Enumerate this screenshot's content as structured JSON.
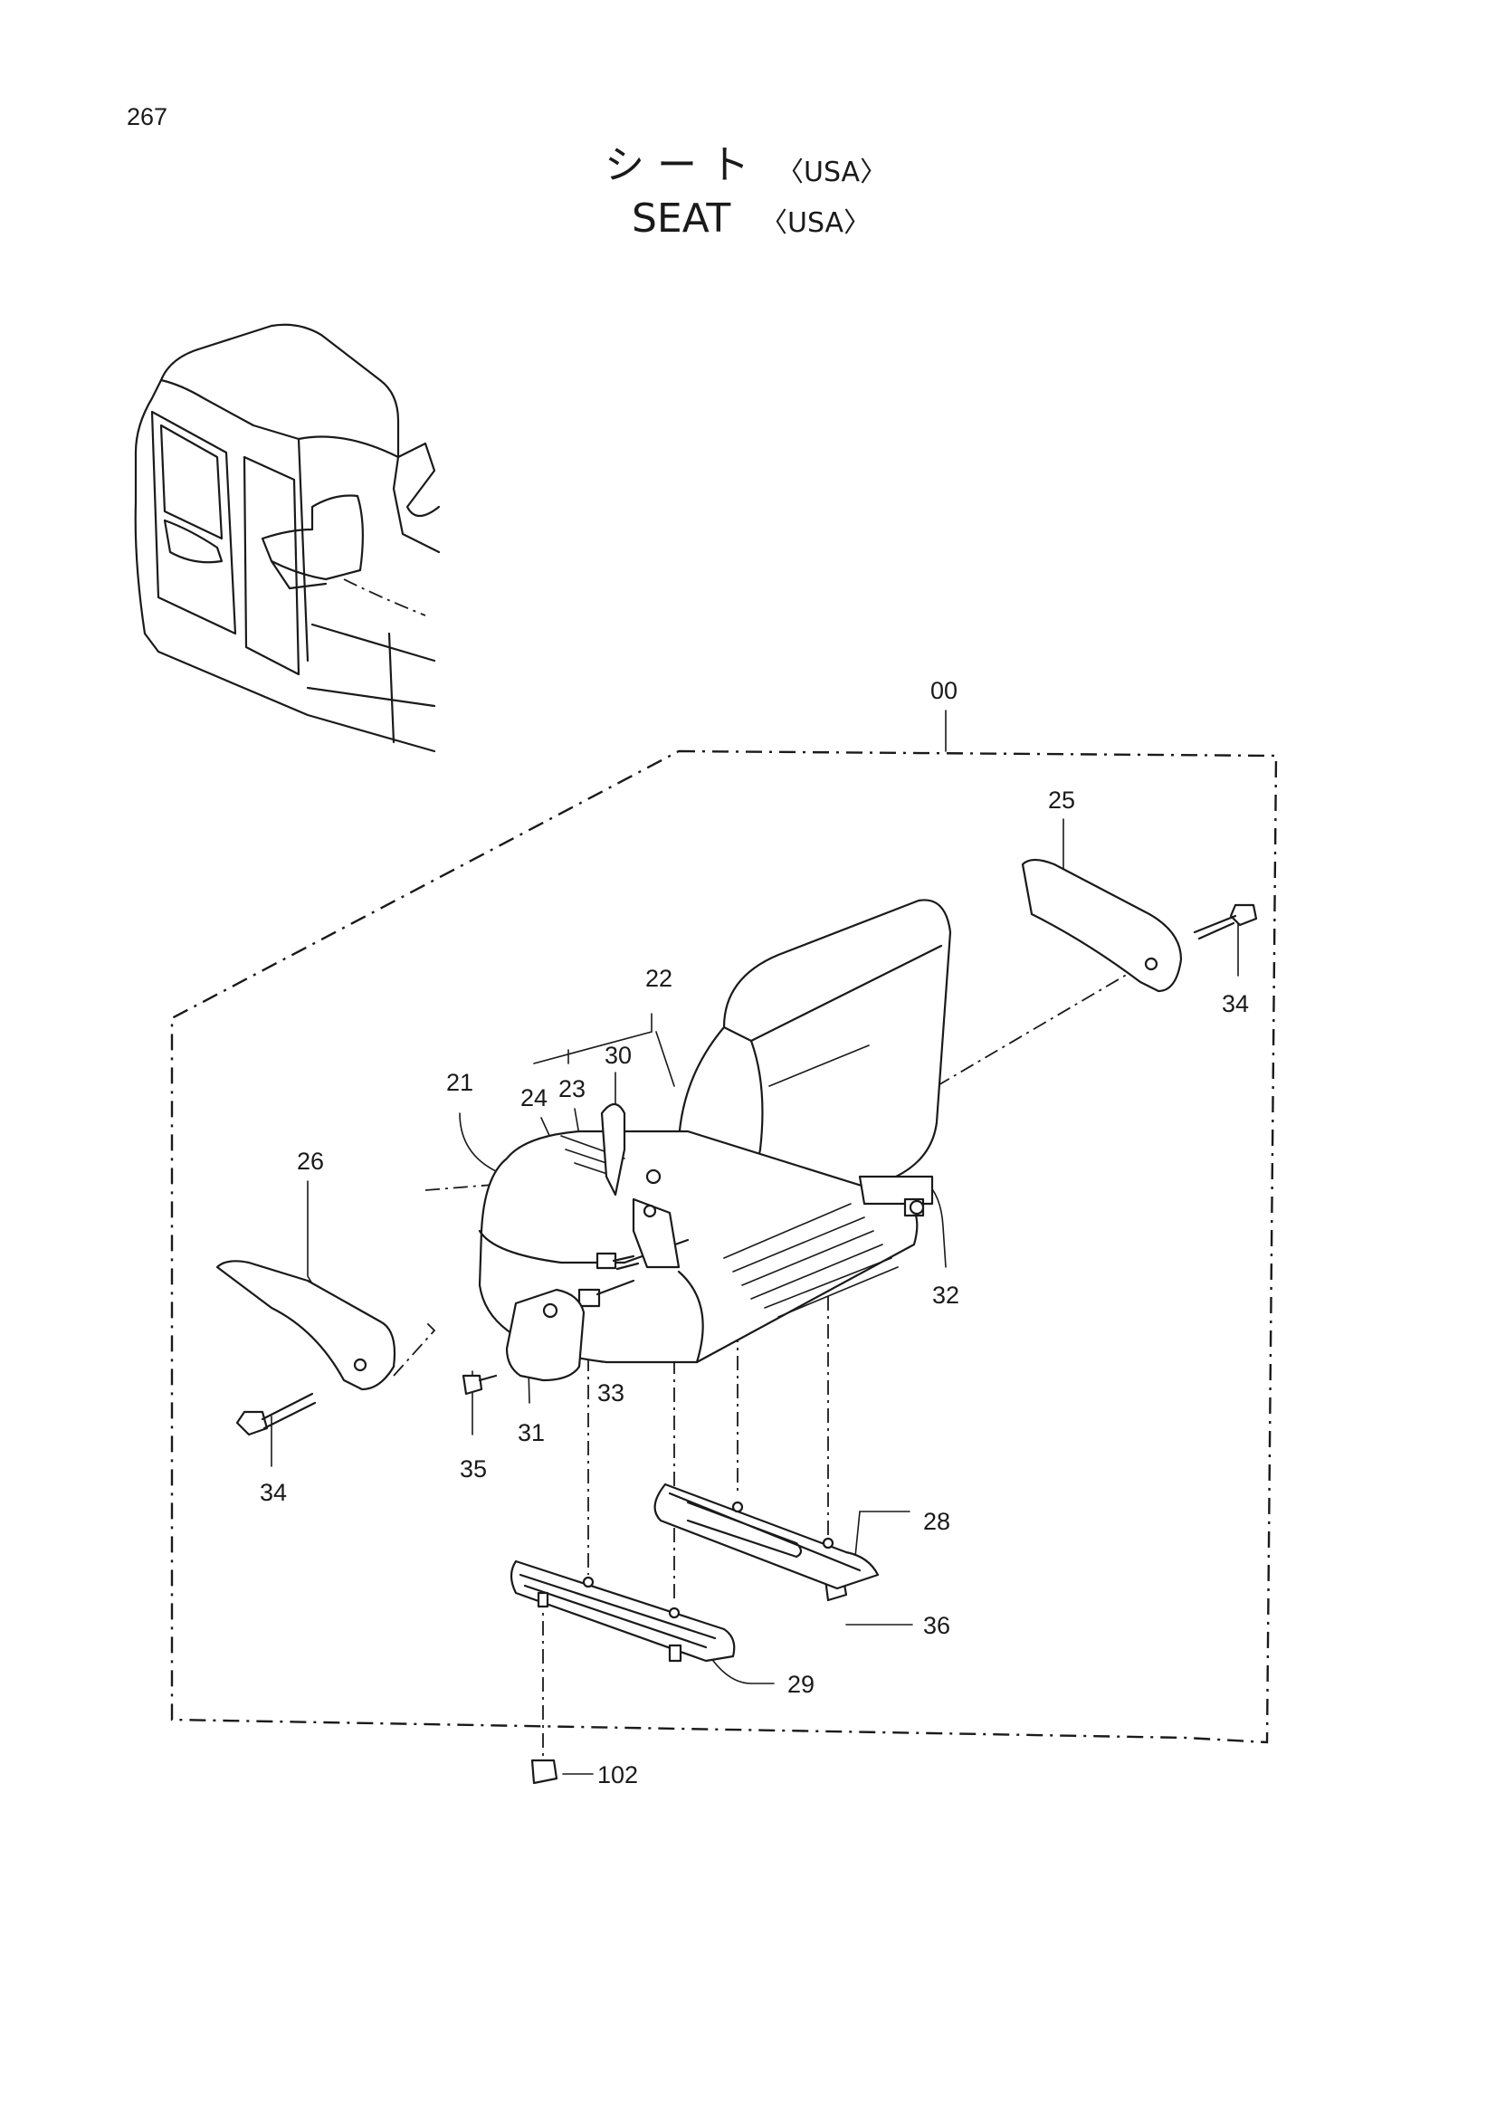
{
  "page_number": "267",
  "title": {
    "japanese": "シ ー ト",
    "english": "SEAT",
    "region_suffix": "〈USA〉"
  },
  "callouts": [
    "00",
    "25",
    "34",
    "22",
    "30",
    "21",
    "24",
    "23",
    "26",
    "32",
    "33",
    "31",
    "34",
    "35",
    "28",
    "36",
    "29",
    "102"
  ]
}
